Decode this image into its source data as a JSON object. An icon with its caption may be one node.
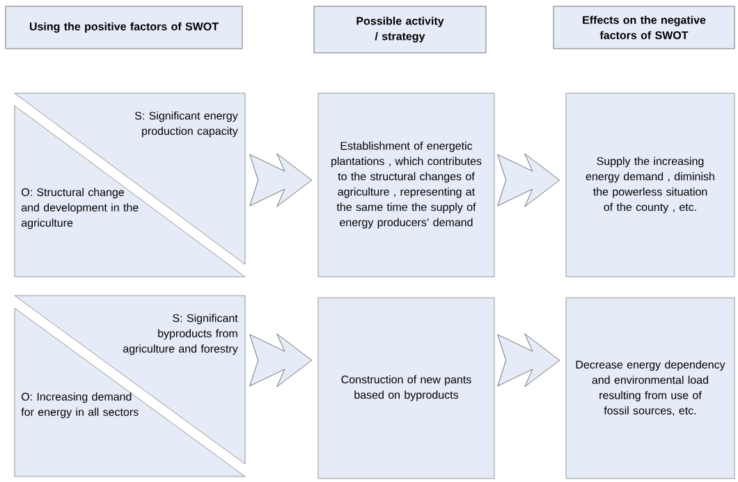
{
  "diagram": {
    "nodes": [
      {
        "text": [
          "Using the positive factors of SWOT"
        ]
      },
      {
        "text": [
          "Possible activity / strategy"
        ]
      },
      {
        "text": [
          "Effects on the negative factors of SWOT"
        ]
      },
      {
        "text": [
          "S: Significant energy production capacity"
        ]
      },
      {
        "text": [
          "O: Structural change and development in the agriculture"
        ]
      },
      {
        "text": [
          "Establishment of energetic plantations , which contributes to the structural changes of agriculture , representing at the same time the supply of energy producers’ demand"
        ]
      },
      {
        "text": [
          "Supply the increasing energy demand , diminish the powerless situation of the county , etc."
        ]
      },
      {
        "text": [
          "S: Significant byproducts from agriculture and forestry"
        ]
      },
      {
        "text": [
          "O: Increasing demand for energy in all sectors"
        ]
      },
      {
        "text": [
          "Construction of new pants based on byproducts"
        ]
      },
      {
        "text": [
          "Decrease energy dependency and environmental load resulting from use of fossil sources, etc."
        ]
      }
    ],
    "edges": [
      {
        "from": 3,
        "to": 5,
        "arrow": "to"
      },
      {
        "from": 5,
        "to": 6,
        "arrow": "to"
      },
      {
        "from": 7,
        "to": 9,
        "arrow": "to"
      },
      {
        "from": 9,
        "to": 10,
        "arrow": "to"
      }
    ]
  }
}
